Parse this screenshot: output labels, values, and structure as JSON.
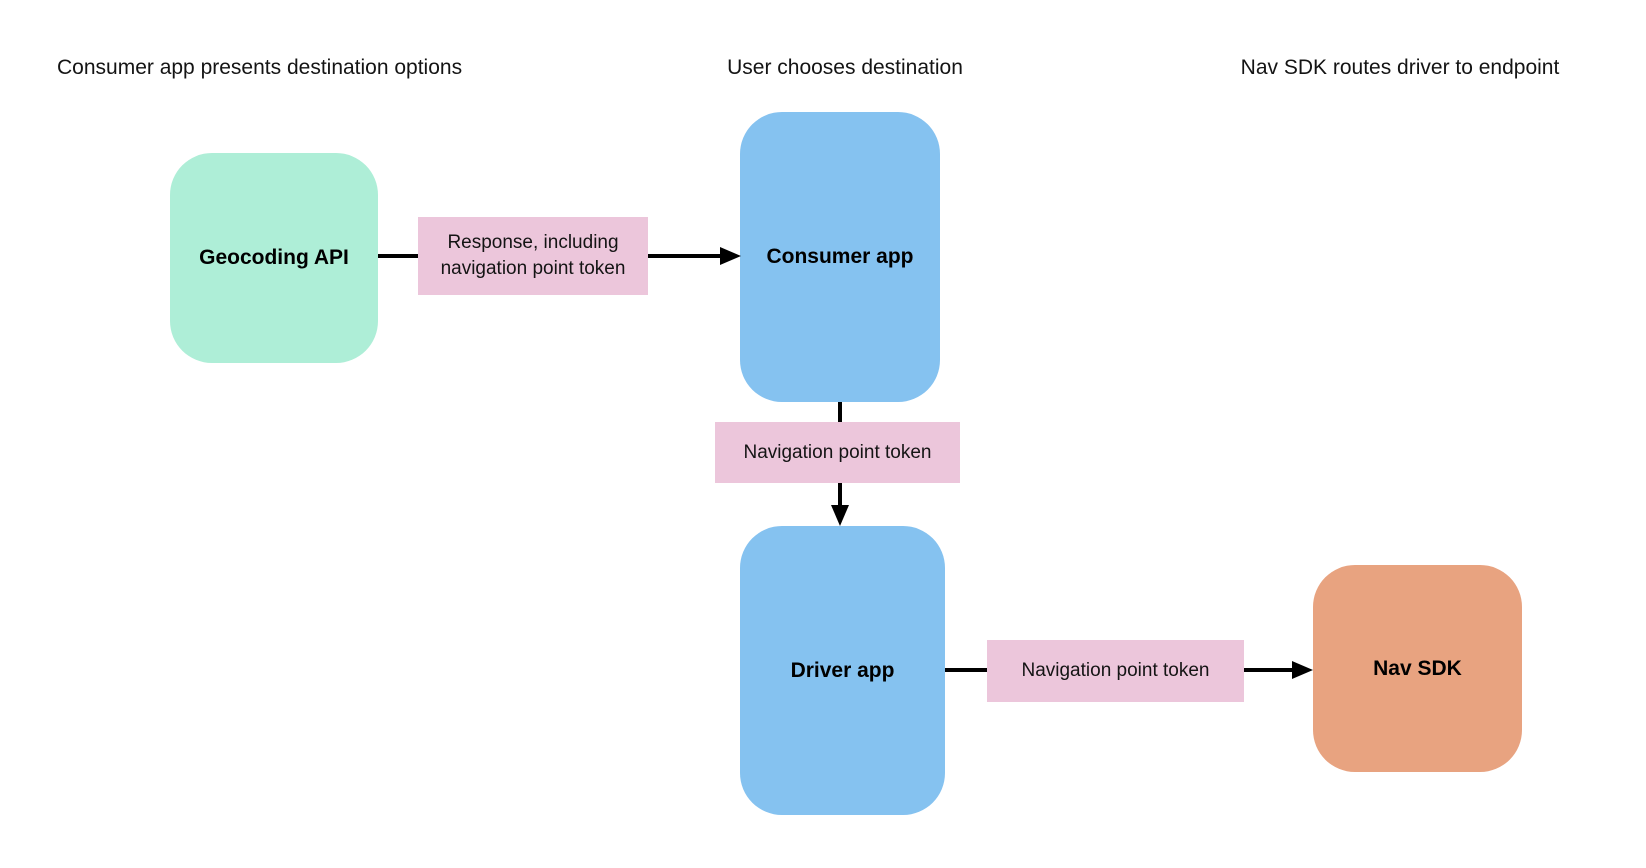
{
  "diagram": {
    "headers": [
      {
        "text": "Consumer app presents destination options"
      },
      {
        "text": "User chooses destination"
      },
      {
        "text": "Nav SDK routes driver to endpoint"
      }
    ],
    "nodes": [
      {
        "id": "geocoding-api",
        "label": "Geocoding API",
        "color": "#aeeed7"
      },
      {
        "id": "consumer-app",
        "label": "Consumer app",
        "color": "#85c2f0"
      },
      {
        "id": "driver-app",
        "label": "Driver app",
        "color": "#85c2f0"
      },
      {
        "id": "nav-sdk",
        "label": "Nav SDK",
        "color": "#e8a380"
      }
    ],
    "edge_labels": [
      {
        "text": "Response, including navigation point token"
      },
      {
        "text": "Navigation point token"
      },
      {
        "text": "Navigation point token"
      }
    ],
    "colors": {
      "edge_label_bg": "#ecc6db",
      "arrow": "#000000",
      "background": "#ffffff",
      "text": "#141414"
    }
  }
}
